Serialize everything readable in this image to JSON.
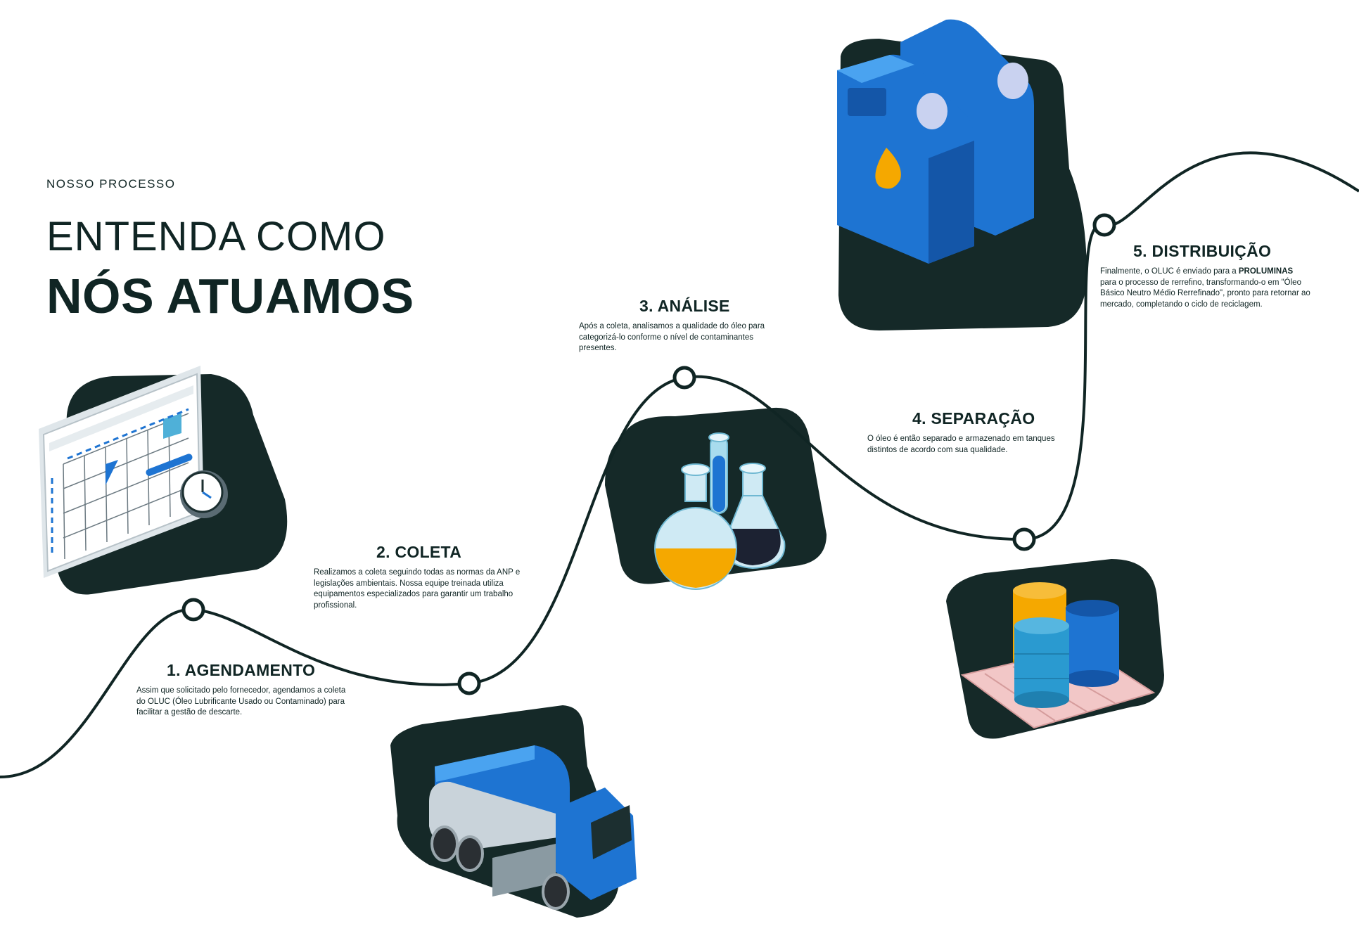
{
  "header": {
    "eyebrow": "NOSSO PROCESSO",
    "title_line1": "ENTENDA COMO",
    "title_line2": "NÓS ATUAMOS"
  },
  "steps": [
    {
      "title": "1. AGENDAMENTO",
      "text": "Assim que solicitado pelo fornecedor, agendamos a coleta do OLUC (Óleo Lubrificante Usado ou Contaminado) para facilitar a gestão de descarte.",
      "icon": "calendar-clock-icon"
    },
    {
      "title": "2. COLETA",
      "text": "Realizamos a coleta seguindo todas as normas da ANP e legislações ambientais. Nossa equipe treinada utiliza equipamentos especializados para garantir um trabalho profissional.",
      "icon": "tanker-truck-icon"
    },
    {
      "title": "3. ANÁLISE",
      "text": "Após a coleta, analisamos a qualidade do óleo para categorizá-lo conforme o nível de contaminantes presentes.",
      "icon": "lab-flasks-icon"
    },
    {
      "title": "4. SEPARAÇÃO",
      "text": "O óleo é então separado e armazenado em tanques distintos de acordo com sua qualidade.",
      "icon": "oil-barrels-icon"
    },
    {
      "title": "5. DISTRIBUIÇÃO",
      "text_before": "Finalmente, o OLUC é enviado para a ",
      "text_bold": "PROLUMINAS",
      "text_after": " para o processo de rerrefino, transformando-o em \"Óleo Básico Neutro Médio Rerrefinado\", pronto para retornar ao mercado, completando o ciclo de reciclagem.",
      "icon": "oil-jerrycans-icon"
    }
  ],
  "colors": {
    "dark": "#102524",
    "blob": "#152928",
    "blue": "#1E74D2",
    "blue_dark": "#1456A8",
    "amber": "#F5A800",
    "white": "#FFFFFF"
  }
}
